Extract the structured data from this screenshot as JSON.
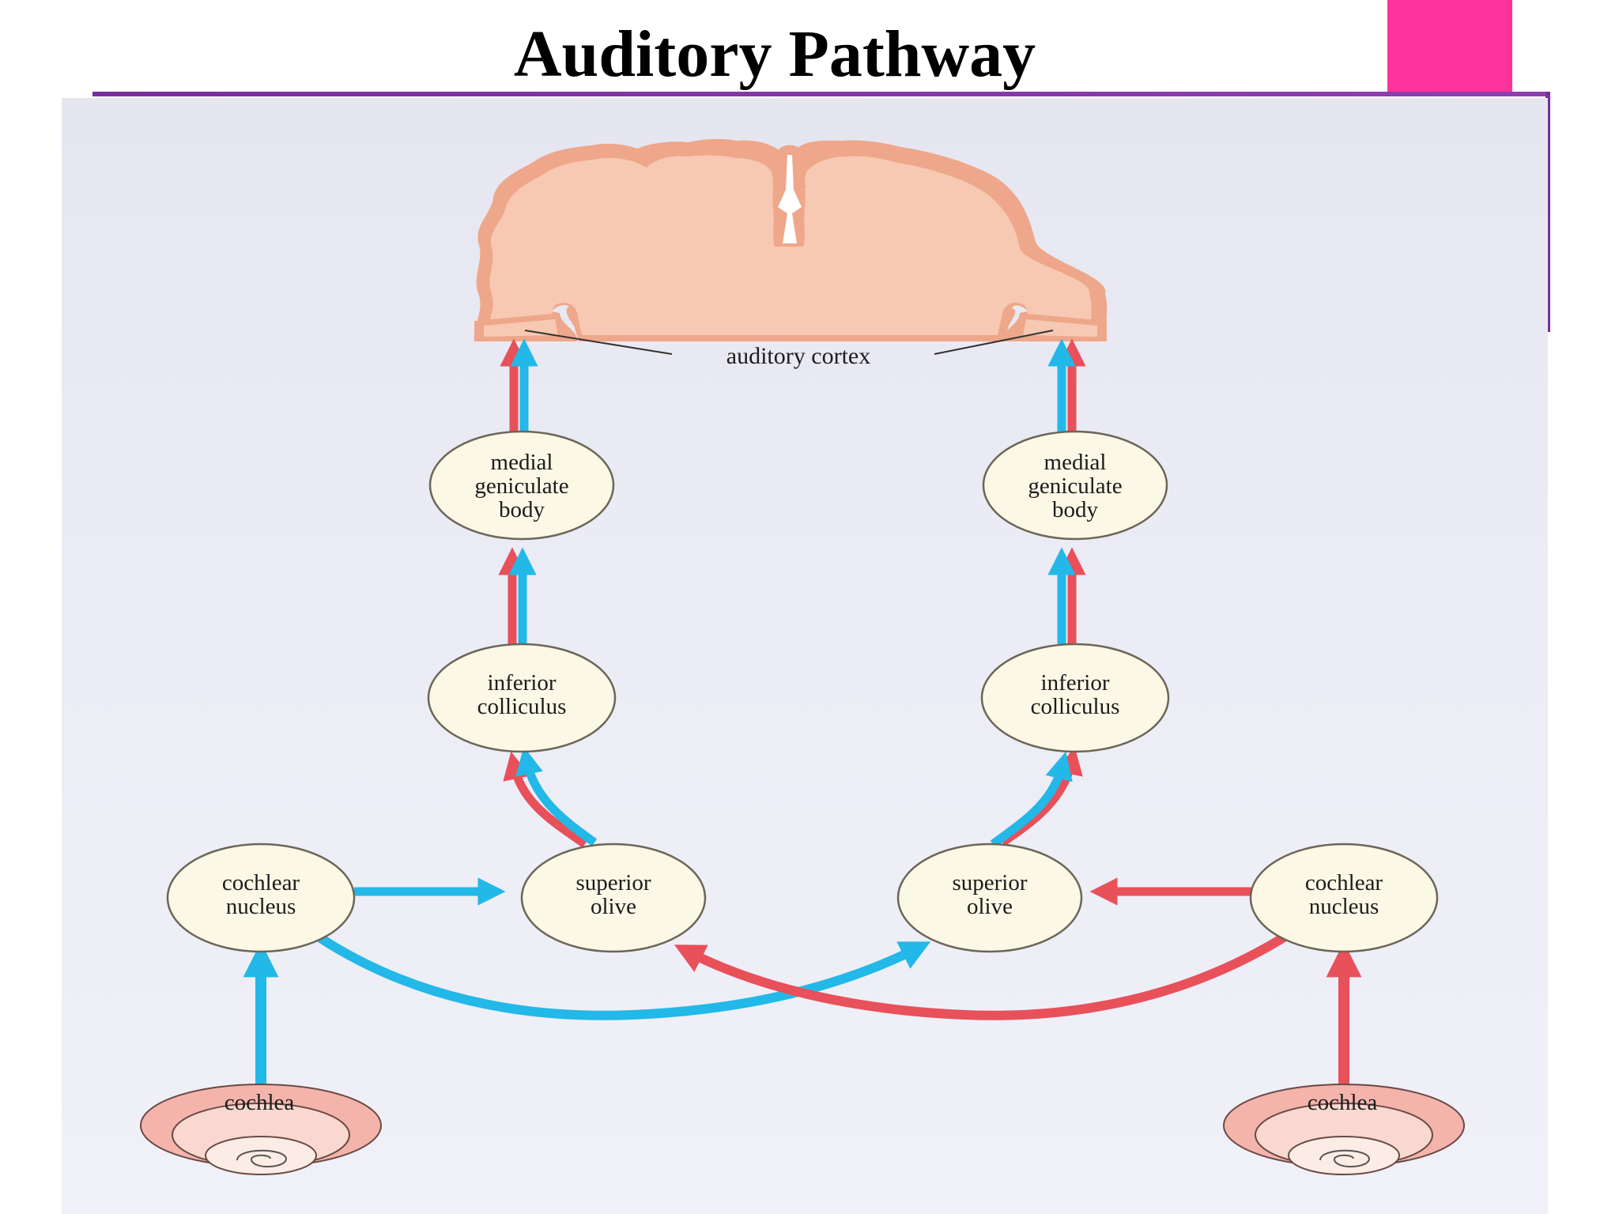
{
  "slide": {
    "title": "Auditory Pathway"
  },
  "colors": {
    "accent_pink": "#ff3399",
    "accent_purple": "#7a2d9c",
    "pathway_blue": "#22b8e8",
    "pathway_red": "#e8505a",
    "node_fill": "#fbf8e6",
    "brain_fill": "#f7c9b2",
    "brain_edge": "#eea78a",
    "cochlea_fill": "#f4b4ac"
  },
  "diagram": {
    "cortex_label": "auditory cortex",
    "left": {
      "mgb": [
        "medial",
        "geniculate",
        "body"
      ],
      "ic": [
        "inferior",
        "colliculus"
      ],
      "so": [
        "superior",
        "olive"
      ],
      "cn": [
        "cochlear",
        "nucleus"
      ],
      "cochlea": "cochlea"
    },
    "right": {
      "mgb": [
        "medial",
        "geniculate",
        "body"
      ],
      "ic": [
        "inferior",
        "colliculus"
      ],
      "so": [
        "superior",
        "olive"
      ],
      "cn": [
        "cochlear",
        "nucleus"
      ],
      "cochlea": "cochlea"
    }
  }
}
